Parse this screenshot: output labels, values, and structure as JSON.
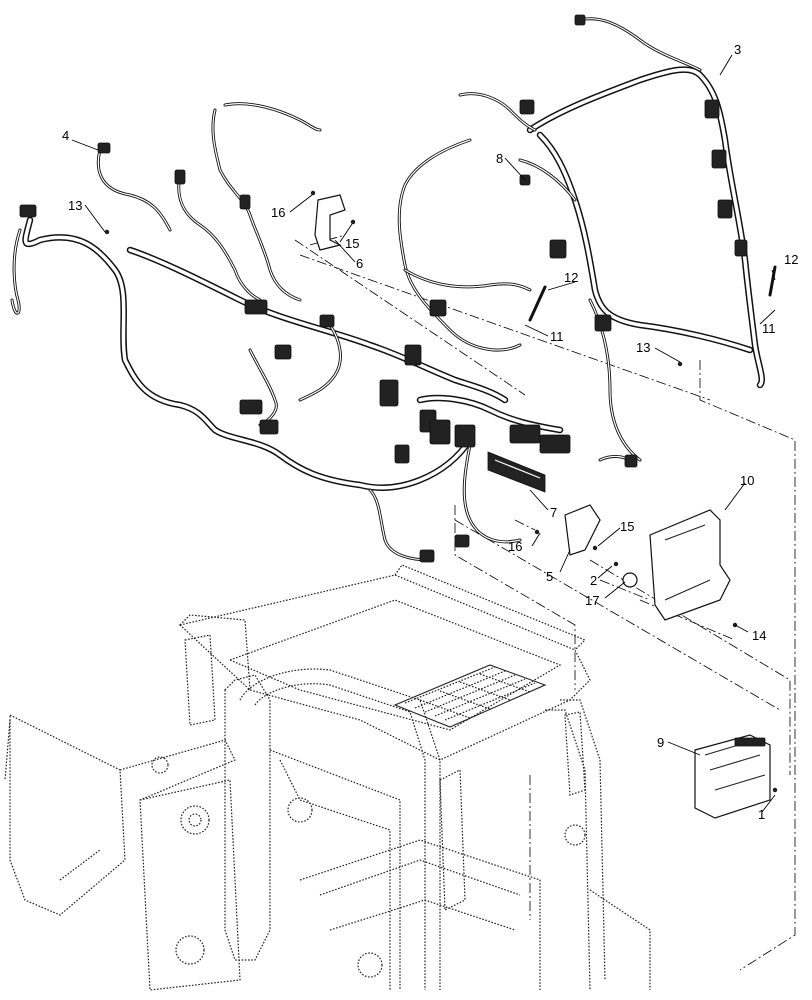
{
  "callouts": [
    {
      "id": "c1",
      "text": "1"
    },
    {
      "id": "c2",
      "text": "2"
    },
    {
      "id": "c3",
      "text": "3"
    },
    {
      "id": "c4",
      "text": "4"
    },
    {
      "id": "c5",
      "text": "5"
    },
    {
      "id": "c6",
      "text": "6"
    },
    {
      "id": "c7",
      "text": "7"
    },
    {
      "id": "c8",
      "text": "8"
    },
    {
      "id": "c9",
      "text": "9"
    },
    {
      "id": "c10",
      "text": "10"
    },
    {
      "id": "c11a",
      "text": "11"
    },
    {
      "id": "c11b",
      "text": "11"
    },
    {
      "id": "c12a",
      "text": "12"
    },
    {
      "id": "c12b",
      "text": "12"
    },
    {
      "id": "c13a",
      "text": "13"
    },
    {
      "id": "c13b",
      "text": "13"
    },
    {
      "id": "c14",
      "text": "14"
    },
    {
      "id": "c15a",
      "text": "15"
    },
    {
      "id": "c15b",
      "text": "15"
    },
    {
      "id": "c16a",
      "text": "16"
    },
    {
      "id": "c16b",
      "text": "16"
    },
    {
      "id": "c17",
      "text": "17"
    }
  ],
  "colors": {
    "line": "#111111",
    "background": "#ffffff"
  }
}
